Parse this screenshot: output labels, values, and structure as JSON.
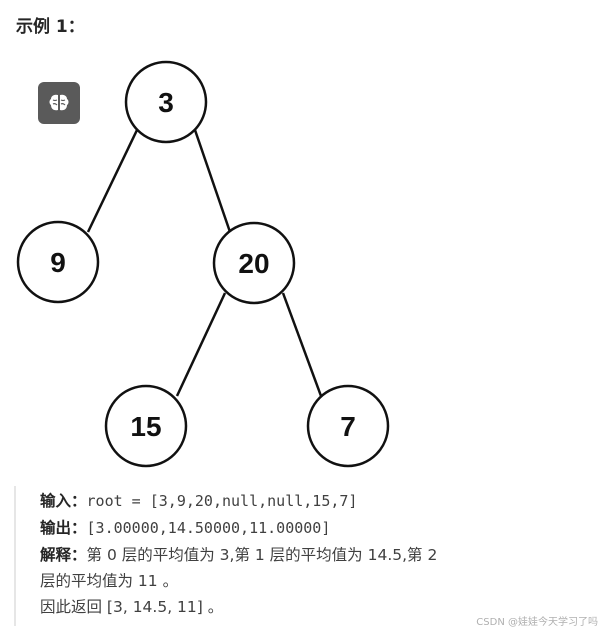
{
  "example": {
    "title": "示例 1："
  },
  "ai_button": {
    "icon": "brain-icon"
  },
  "tree": {
    "nodes": [
      {
        "id": "n3",
        "label": "3"
      },
      {
        "id": "n9",
        "label": "9"
      },
      {
        "id": "n20",
        "label": "20"
      },
      {
        "id": "n15",
        "label": "15"
      },
      {
        "id": "n7",
        "label": "7"
      }
    ],
    "edges": [
      [
        "n3",
        "n9"
      ],
      [
        "n3",
        "n20"
      ],
      [
        "n20",
        "n15"
      ],
      [
        "n20",
        "n7"
      ]
    ]
  },
  "io": {
    "input_label": "输入：",
    "input_value": "root = [3,9,20,null,null,15,7]",
    "output_label": "输出：",
    "output_value": "[3.00000,14.50000,11.00000]",
    "explain_label": "解释：",
    "explain_line1": "第 0 层的平均值为 3,第 1 层的平均值为 14.5,第 2",
    "explain_line2": "层的平均值为 11 。",
    "explain_line3": "因此返回 [3, 14.5, 11] 。"
  },
  "watermark": {
    "text": "CSDN @娃娃今天学习了吗"
  }
}
